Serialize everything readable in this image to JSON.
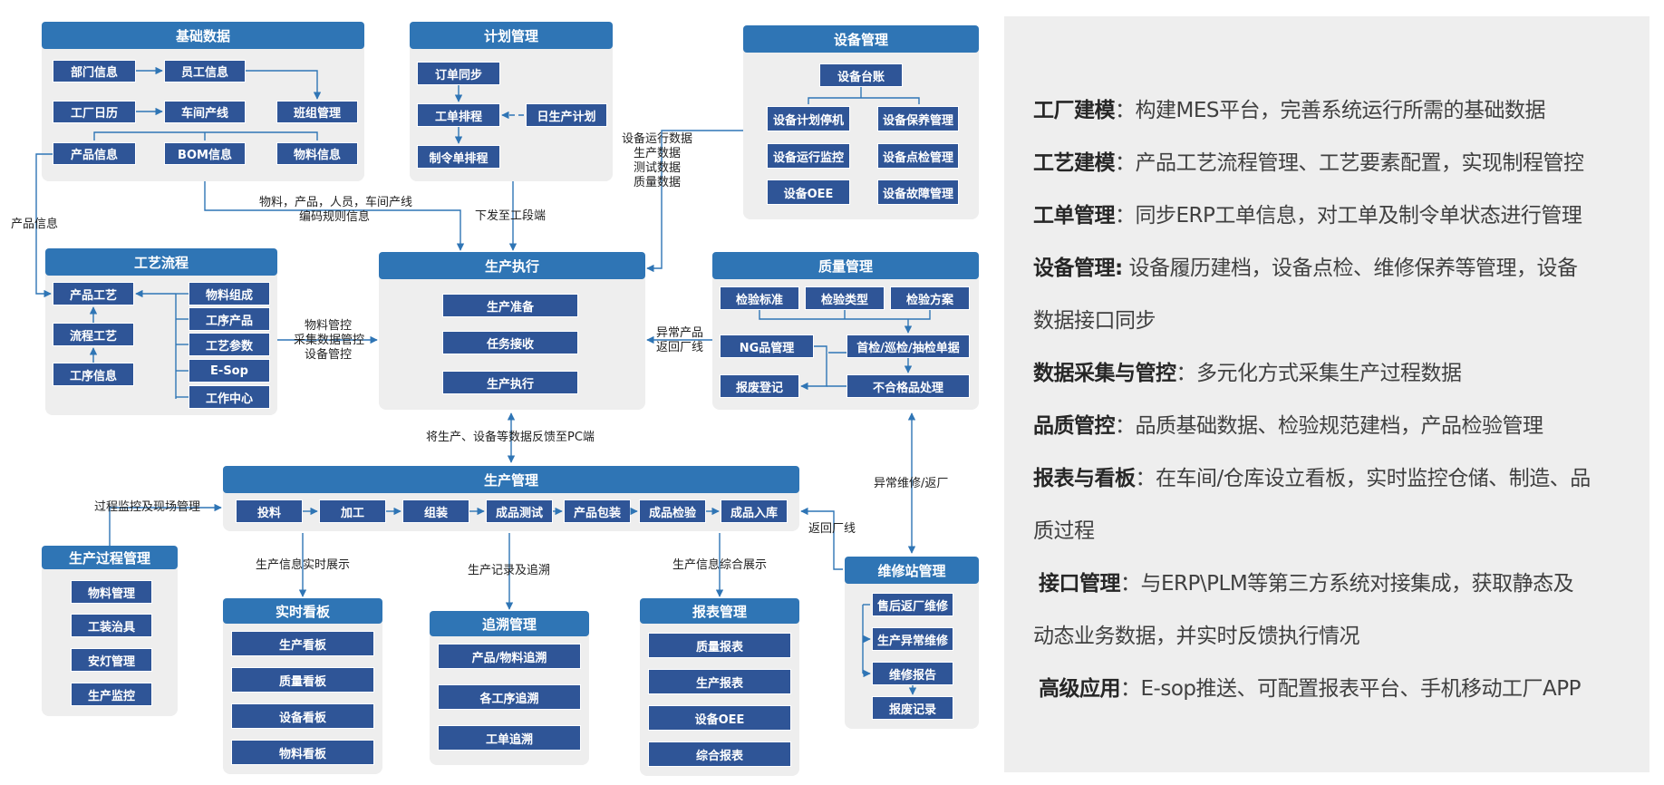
{
  "jichu": {
    "title": "基础数据",
    "bumen": "部门信息",
    "yuangong": "员工信息",
    "rili": "工厂日历",
    "chanxian": "车间产线",
    "banzu": "班组管理",
    "chanpin": "产品信息",
    "bom": "BOM信息",
    "wuliao": "物料信息"
  },
  "jihua": {
    "title": "计划管理",
    "dingdan": "订单同步",
    "gongdan": "工单排程",
    "rijihua": "日生产计划",
    "zhiling": "制令单排程"
  },
  "shebei": {
    "title": "设备管理",
    "taizhang": "设备台账",
    "jihua": "设备计划停机",
    "baoyang": "设备保养管理",
    "jiankong": "设备运行监控",
    "dianjian": "设备点检管理",
    "oee": "设备OEE",
    "guzhang": "设备故障管理"
  },
  "gongyi": {
    "title": "工艺流程",
    "chanpin": "产品工艺",
    "liucheng": "流程工艺",
    "gongxu": "工序信息",
    "wuliao": "物料组成",
    "gongxuchanpin": "工序产品",
    "canshu": "工艺参数",
    "esop": "E-Sop",
    "zhongxin": "工作中心"
  },
  "zhixing": {
    "title": "生产执行",
    "zhunbei": "生产准备",
    "renwu": "任务接收",
    "zhixing": "生产执行"
  },
  "zhiliang": {
    "title": "质量管理",
    "biaozhun": "检验标准",
    "leixing": "检验类型",
    "fangan": "检验方案",
    "ng": "NG品管理",
    "shoujian": "首检/巡检/抽检单据",
    "baofei": "报废登记",
    "buhege": "不合格品处理"
  },
  "shengchan": {
    "title": "生产管理",
    "steps": [
      "投料",
      "加工",
      "组装",
      "成品测试",
      "产品包装",
      "成品检验",
      "成品入库"
    ]
  },
  "guocheng": {
    "title": "生产过程管理",
    "items": [
      "物料管理",
      "工装治具",
      "安灯管理",
      "生产监控"
    ]
  },
  "kanban": {
    "title": "实时看板",
    "items": [
      "生产看板",
      "质量看板",
      "设备看板",
      "物料看板"
    ]
  },
  "zhuisu": {
    "title": "追溯管理",
    "items": [
      "产品/物料追溯",
      "各工序追溯",
      "工单追溯"
    ]
  },
  "baobiao": {
    "title": "报表管理",
    "items": [
      "质量报表",
      "生产报表",
      "设备OEE",
      "综合报表"
    ]
  },
  "weixiu": {
    "title": "维修站管理",
    "items": [
      "售后返厂维修",
      "生产异常维修",
      "维修报告",
      "报废记录"
    ]
  },
  "labels": {
    "chanpin_xinxi": "产品信息",
    "wuliao_1": "物料，产品，人员，车间产线",
    "wuliao_2": "编码规则信息",
    "xiafa": "下发至工段端",
    "shebei_1": "设备运行数据",
    "shebei_2": "生产数据",
    "shebei_3": "测试数据",
    "shebei_4": "质量数据",
    "guankong_1": "物料管控",
    "guankong_2": "采集数据管控",
    "guankong_3": "设备管控",
    "yichang_1": "异常产品",
    "yichang_2": "返回厂线",
    "fankui": "将生产、设备等数据反馈至PC端",
    "yichang_weixiu": "异常维修/返厂",
    "jiankong": "过程监控及现场管理",
    "fanhui": "返回厂线",
    "shishi": "生产信息实时展示",
    "jilu": "生产记录及追溯",
    "zonghe": "生产信息综合展示"
  },
  "desc": [
    {
      "term": "工厂建模",
      "text": "：构建MES平台，完善系统运行所需的基础数据"
    },
    {
      "term": "工艺建模",
      "text": "：产品工艺流程管理、工艺要素配置，实现制程管控"
    },
    {
      "term": "工单管理",
      "text": "：同步ERP工单信息，对工单及制令单状态进行管理"
    },
    {
      "term": "设备管理:",
      "text": " 设备履历建档，设备点检、维修保养等管理，设备"
    },
    {
      "term": "",
      "text": "数据接口同步"
    },
    {
      "term": "数据采集与管控",
      "text": "：多元化方式采集生产过程数据"
    },
    {
      "term": "品质管控",
      "text": "：品质基础数据、检验规范建档，产品检验管理"
    },
    {
      "term": "报表与看板",
      "text": "：在车间/仓库设立看板，实时监控仓储、制造、品"
    },
    {
      "term": "",
      "text": "质过程"
    },
    {
      "term": "接口管理",
      "text": "：与ERP\\PLM等第三方系统对接集成，获取静态及"
    },
    {
      "term": "",
      "text": "动态业务数据，并实时反馈执行情况"
    },
    {
      "term": "高级应用",
      "text": "：E-sop推送、可配置报表平台、手机移动工厂APP"
    }
  ],
  "colors": {
    "header": "#2f75b5",
    "box": "#2f5597",
    "panel": "#eeeeee",
    "line": "#2f75b5"
  }
}
